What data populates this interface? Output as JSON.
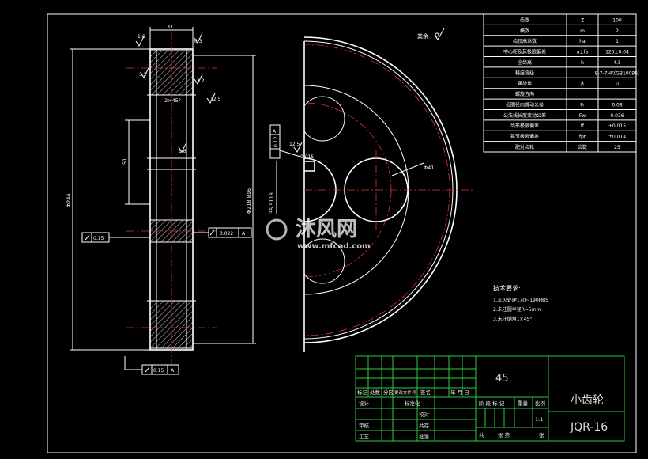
{
  "param_table": [
    {
      "name": "齿数",
      "symbol": "Z",
      "value": "100"
    },
    {
      "name": "模数",
      "symbol": "m",
      "value": "2"
    },
    {
      "name": "齿顶高系数",
      "symbol": "ha",
      "value": "1"
    },
    {
      "name": "中心距及其极限偏差",
      "symbol": "a±fa",
      "value": "125±0.04"
    },
    {
      "name": "全齿高",
      "symbol": "h",
      "value": "4.5"
    },
    {
      "name": "精度等级",
      "symbol": "",
      "value": "8-7-7HK(GB10095)"
    },
    {
      "name": "螺旋角",
      "symbol": "β",
      "value": "0"
    },
    {
      "name": "螺旋方向",
      "symbol": "",
      "value": ""
    },
    {
      "name": "齿圈径向跳动公差",
      "symbol": "Fr",
      "value": "0.08"
    },
    {
      "name": "公法线长度变动公差",
      "symbol": "Fw",
      "value": "0.036"
    },
    {
      "name": "齿形极限偏差",
      "symbol": "ff",
      "value": "±0.015"
    },
    {
      "name": "基节极限偏差",
      "symbol": "fpt",
      "value": "±0.014"
    },
    {
      "name": "配对齿轮",
      "symbol": "齿数",
      "value": "25"
    }
  ],
  "side_view": {
    "width_dim": "31",
    "chamfer": "2×45°",
    "hub_dim": "51",
    "od_dim": "Φ244",
    "bore_dim": "Φ218.816",
    "roughness": [
      "1.6",
      "6.3",
      "3.2",
      "3.2",
      "12.5",
      "1.6"
    ],
    "tol_runout_left": "0.15",
    "tol_runout_right": "0.022",
    "tol_bottom": "0.15",
    "datum": "A"
  },
  "front_view": {
    "roughness_other": "其余",
    "hole_dim": "Φ41",
    "keyway_dim": "35.5118",
    "keyway_tol1": "0.12",
    "keyway_tol2": "0.015",
    "keyway_a": "A",
    "roughness_front": "12.5"
  },
  "tech_requirements": {
    "title": "技术要求:",
    "items": [
      "1.正火处理170~190HBS",
      "2.未注圆半径R=5mm",
      "3.未注倒角1×45°"
    ]
  },
  "title_block": {
    "material": "45",
    "part_name": "小齿轮",
    "drawing_no": "JQR-16",
    "scale": "1:1",
    "labels": {
      "mark": "标记",
      "count": "处数",
      "zone": "分区",
      "change_doc": "更改文件号",
      "sign": "签名",
      "date": "年 月 日",
      "design": "设计",
      "standardize": "标准化",
      "review": "审核",
      "process": "工艺",
      "approve": "批准",
      "stage_mark": "阶 段 标 记",
      "weight": "重量",
      "ratio": "比例",
      "total": "共",
      "sheet": "张 第",
      "sheet_end": "张",
      "check": "校对",
      "shop": "共存"
    }
  },
  "watermark": {
    "brand": "沐风网",
    "url": "www.mfcad.com"
  }
}
